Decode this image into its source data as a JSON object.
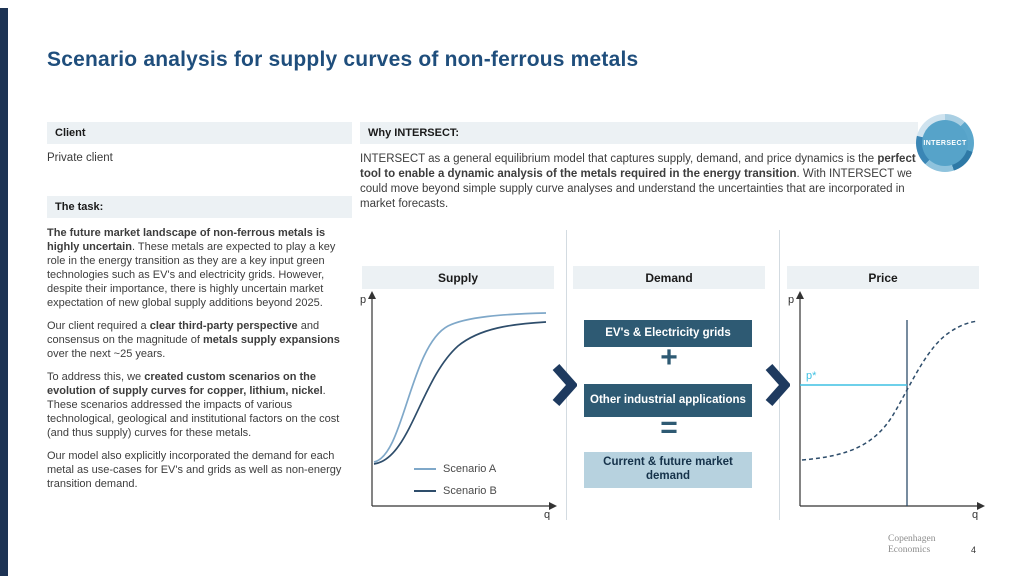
{
  "title": "Scenario analysis for supply curves of non-ferrous metals",
  "client": {
    "header": "Client",
    "value": "Private client"
  },
  "task": {
    "header": "The task:",
    "paragraphs": [
      [
        {
          "t": "The future market landscape of non-ferrous metals is highly uncertain",
          "b": true
        },
        {
          "t": ". These metals are expected to play a key role in the energy transition as they are a key input green technologies such as EV's and electricity grids. However, despite their importance, there is highly uncertain market expectation of new global supply additions beyond 2025.",
          "b": false
        }
      ],
      [
        {
          "t": "Our client required a ",
          "b": false
        },
        {
          "t": "clear third-party perspective",
          "b": true
        },
        {
          "t": " and consensus on the magnitude of ",
          "b": false
        },
        {
          "t": "metals supply expansions",
          "b": true
        },
        {
          "t": " over the next ~25 years.",
          "b": false
        }
      ],
      [
        {
          "t": "To address this, we ",
          "b": false
        },
        {
          "t": "created custom scenarios on the evolution of supply curves for copper, lithium, nickel",
          "b": true
        },
        {
          "t": ". These scenarios addressed the impacts of various technological, geological and institutional factors on the cost (and thus supply) curves for  these metals.",
          "b": false
        }
      ],
      [
        {
          "t": "Our model also explicitly incorporated the demand for each metal as use-cases for EV's and grids as well as non-energy transition demand.",
          "b": false
        }
      ]
    ]
  },
  "why": {
    "header": "Why INTERSECT:",
    "paragraph": [
      {
        "t": "INTERSECT as a general equilibrium model that captures supply, demand, and price dynamics is the ",
        "b": false
      },
      {
        "t": "perfect tool to enable a dynamic analysis of the metals required in the energy transition",
        "b": true
      },
      {
        "t": ". With INTERSECT we could move beyond simple supply curve analyses and understand the uncertainties that are incorporated in market forecasts.",
        "b": false
      }
    ]
  },
  "logo": {
    "text": "INTERSECT"
  },
  "panels": {
    "supply": {
      "header": "Supply",
      "y_axis": "p",
      "x_axis": "q",
      "legend": [
        {
          "label": "Scenario A",
          "color": "#7fa8c9"
        },
        {
          "label": "Scenario B",
          "color": "#2e4d6b"
        }
      ]
    },
    "demand": {
      "header": "Demand",
      "box_ev": "EV's & Electricity grids",
      "op_plus": "+",
      "box_other": "Other industrial applications",
      "op_equals": "=",
      "box_market": "Current & future market demand"
    },
    "price": {
      "header": "Price",
      "y_axis": "p",
      "x_axis": "q",
      "pstar_label": "p*"
    }
  },
  "footer": {
    "brand_line1": "Copenhagen",
    "brand_line2": "Economics",
    "page_number": "4"
  },
  "colors": {
    "accent_navy": "#1f4e7c",
    "stripe_navy": "#1d3354",
    "dark_box": "#2e5a73",
    "light_box": "#b7d2df",
    "header_bar": "#ecf1f4",
    "cyan": "#3fc1e3",
    "scenario_a": "#7fa8c9",
    "scenario_b": "#2e4d6b"
  }
}
